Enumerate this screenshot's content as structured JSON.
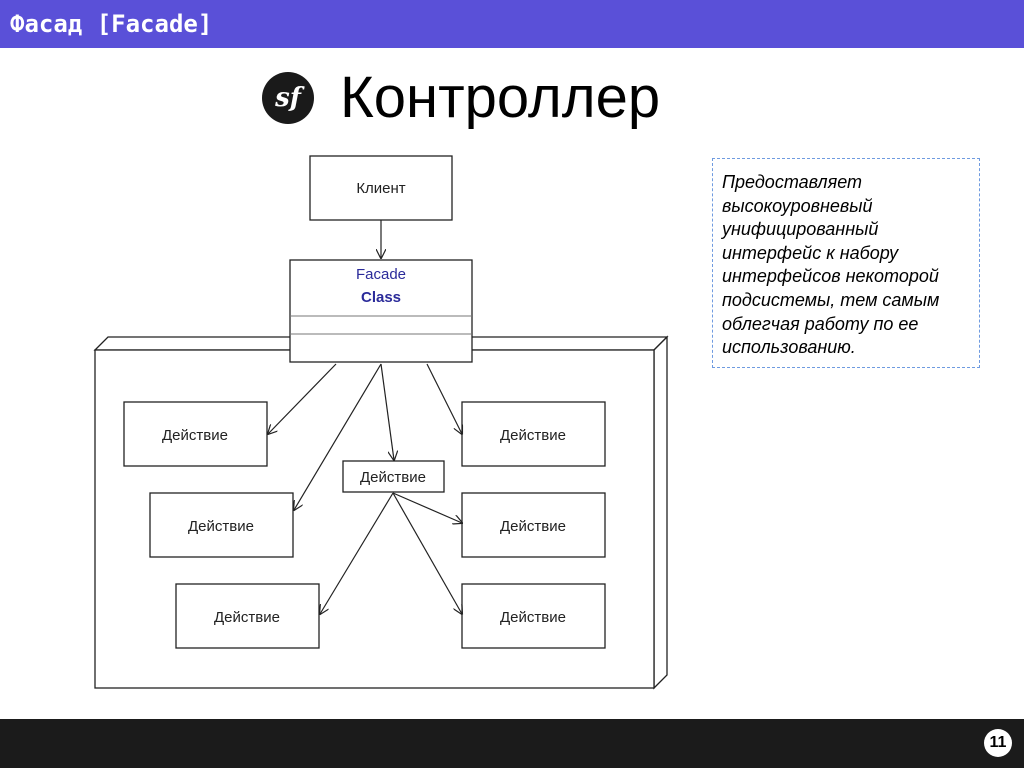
{
  "header": {
    "title": "Фасад [Facade]",
    "bar_color": "#5a50d8"
  },
  "heading": {
    "logo_icon": "symfony-logo-icon",
    "logo_glyph": "sf",
    "text": "Контроллер"
  },
  "diagram": {
    "client_label": "Клиент",
    "facade_line1": "Facade",
    "facade_line2": "Class",
    "facade_text_color": "#2b2b9a",
    "actions": [
      "Действие",
      "Действие",
      "Действие",
      "Действие",
      "Действие",
      "Действие",
      "Действие"
    ]
  },
  "note": {
    "text": "Предоставляет высокоуровневый унифицированный интерфейс к набору интерфейсов некоторой подсистемы, тем самым облегчая работу по ее использованию.",
    "border_color": "#6f9be0"
  },
  "footer": {
    "page_number": "11"
  }
}
